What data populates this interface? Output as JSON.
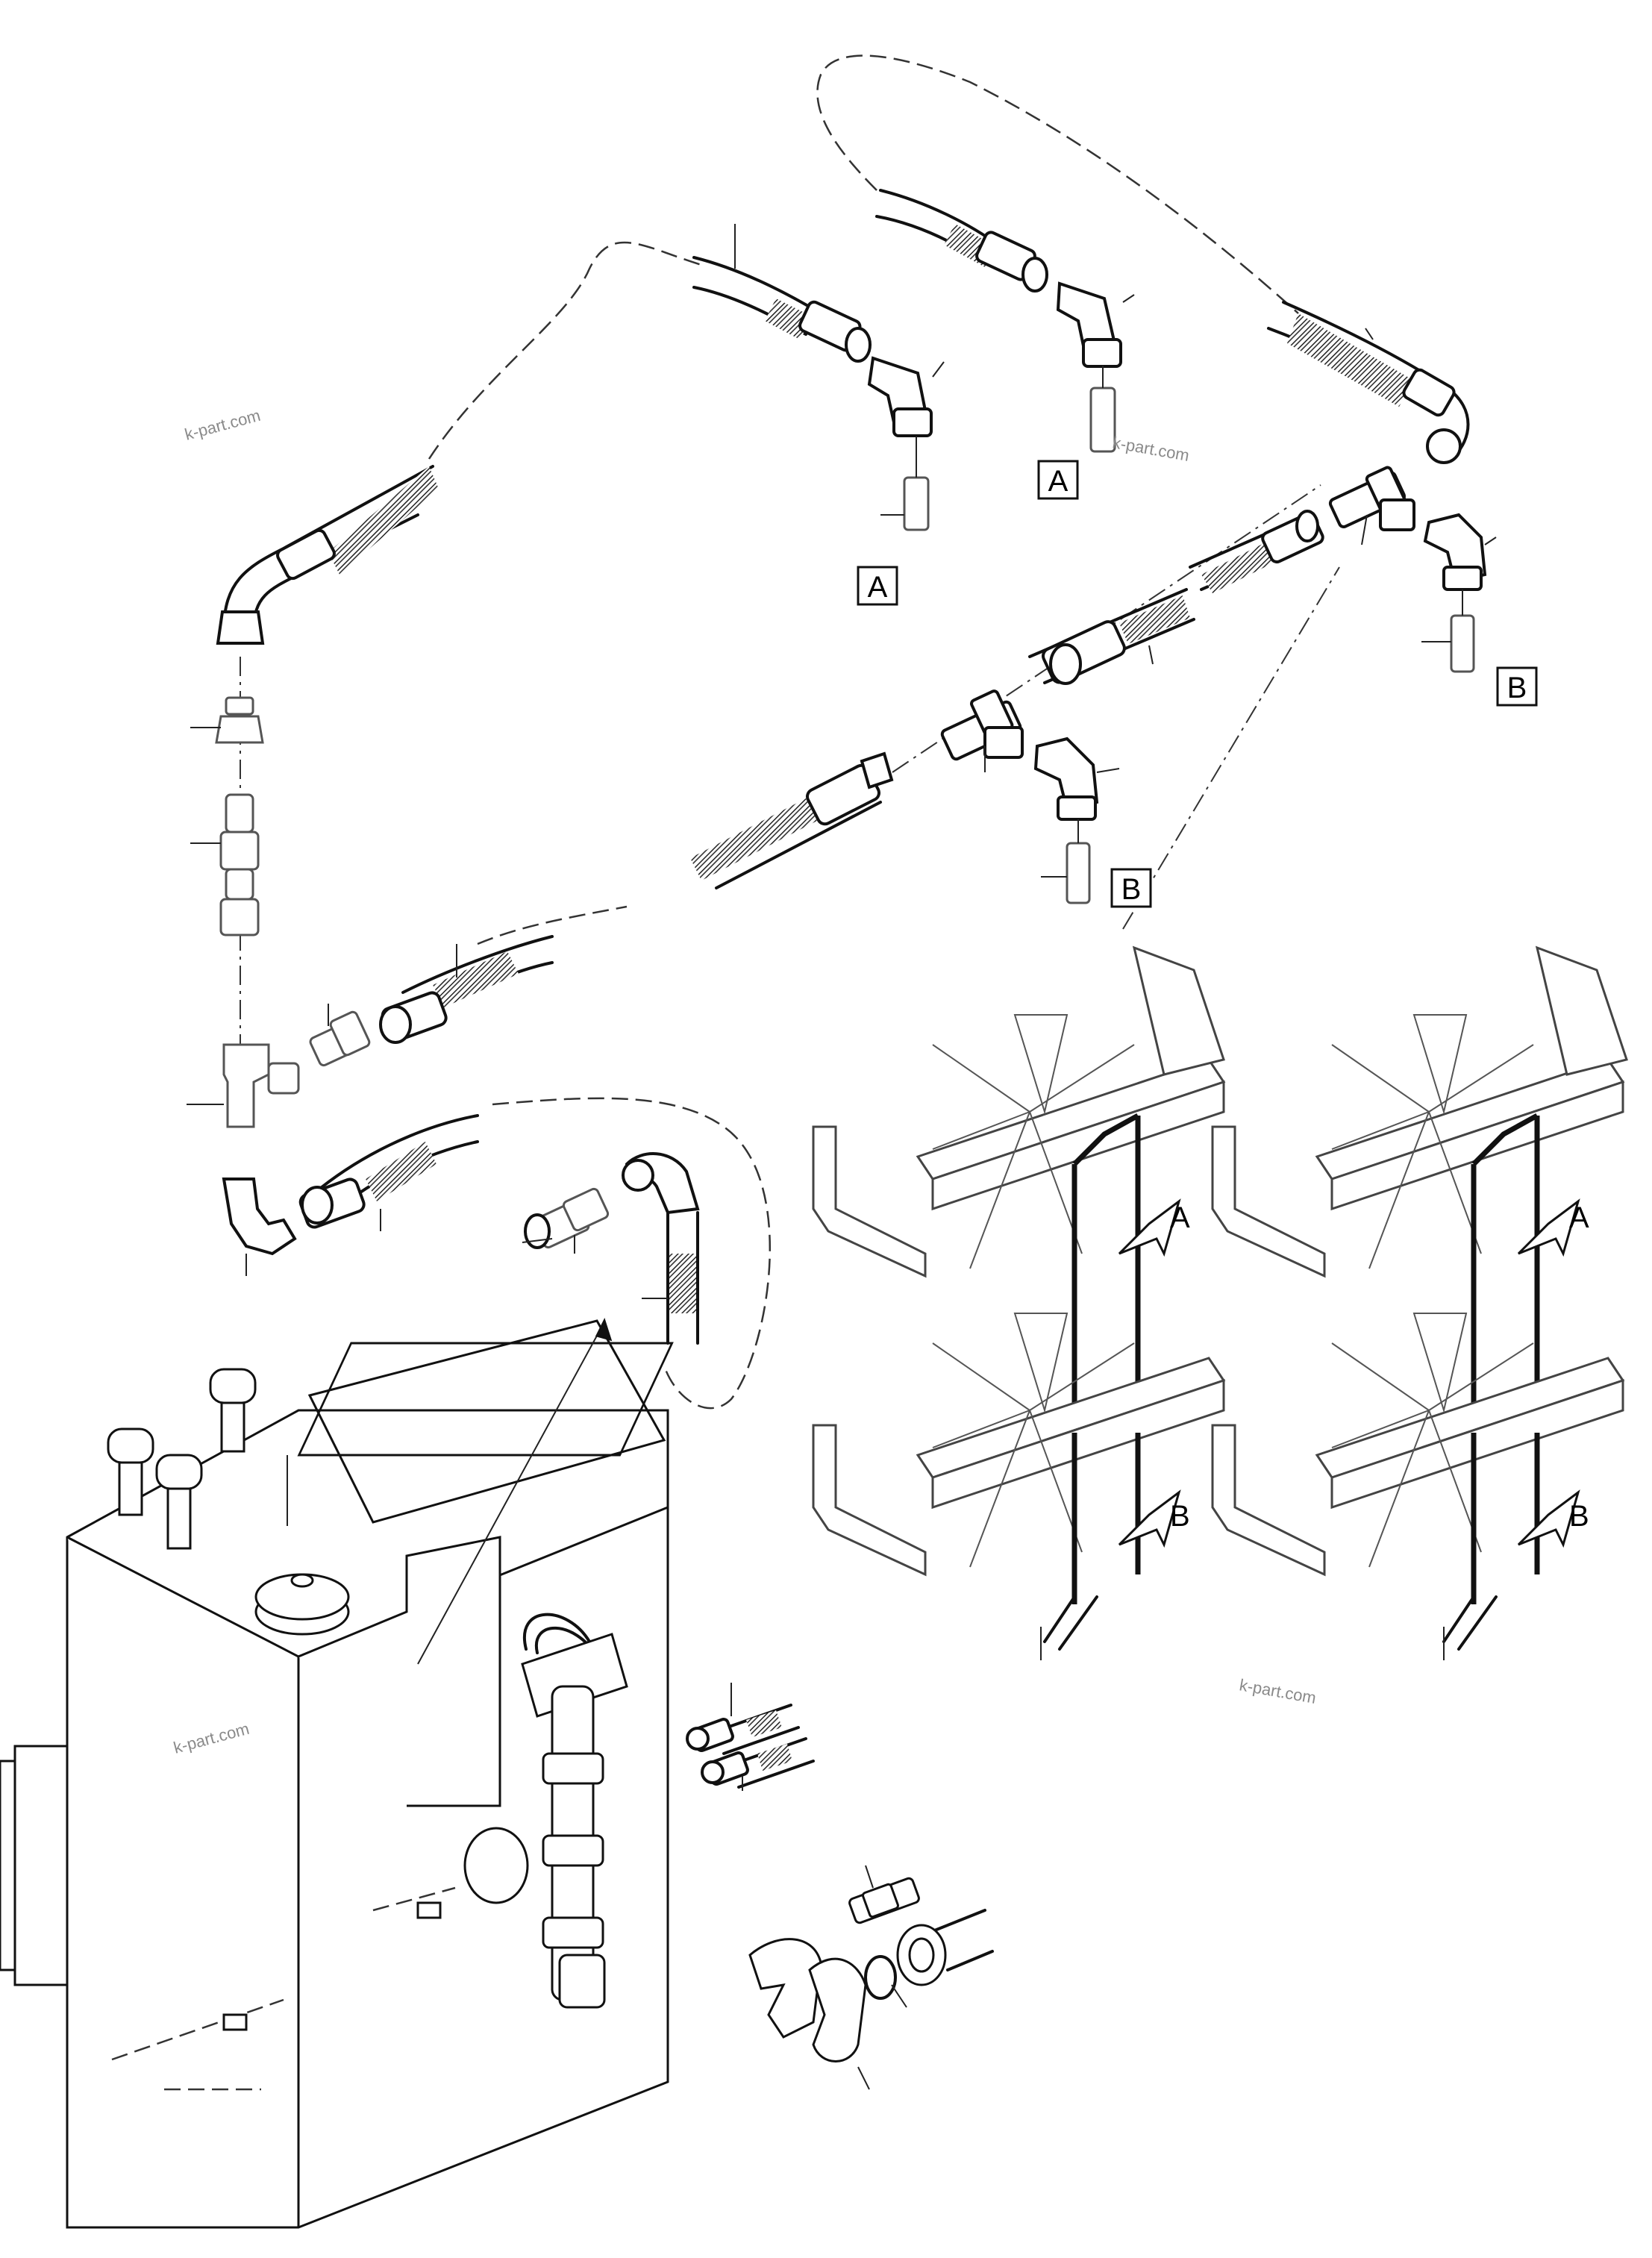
{
  "diagram": {
    "labels": {
      "a1": "A",
      "a2": "A",
      "b1": "B",
      "b2": "B",
      "unit_left_a": "A",
      "unit_left_b": "B",
      "unit_right_a": "A",
      "unit_right_b": "B"
    },
    "watermarks": [
      "k-part.com",
      "k-part.com",
      "k-part.com",
      "k-part.com"
    ]
  }
}
